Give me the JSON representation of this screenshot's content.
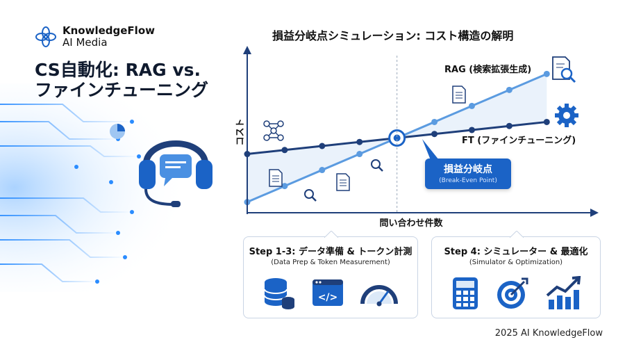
{
  "brand": {
    "name": "KnowledgeFlow",
    "sub": "AI Media"
  },
  "headline": {
    "line1": "CS自動化: RAG vs.",
    "line2": "ファインチューニング"
  },
  "chart_data": {
    "type": "line",
    "title": "損益分岐点シミュレーション: コスト構造の解明",
    "xlabel": "問い合わせ件数",
    "ylabel": "コスト",
    "series": [
      {
        "name": "RAG (検索拡張生成)",
        "x": [
          0,
          1,
          2,
          3,
          4,
          5,
          6,
          7,
          8
        ],
        "values": [
          0.8,
          2.0,
          3.2,
          4.4,
          5.6,
          6.8,
          8.0,
          9.2,
          10.4
        ]
      },
      {
        "name": "FT (ファインチューニング)",
        "x": [
          0,
          1,
          2,
          3,
          4,
          5,
          6,
          7,
          8
        ],
        "values": [
          4.4,
          4.7,
          5.0,
          5.3,
          5.6,
          5.9,
          6.2,
          6.5,
          6.8
        ]
      }
    ],
    "break_even": {
      "label": "損益分岐点",
      "sublabel": "(Break-Even Point)",
      "x": 4,
      "y": 5.6
    },
    "xlim": [
      0,
      9.2
    ],
    "ylim": [
      0,
      12.5
    ]
  },
  "steps": [
    {
      "title": "Step 1-3: データ準備 & トークン計測",
      "sub": "(Data Prep & Token Measurement)",
      "icons": [
        "database-icon",
        "code-window-icon",
        "gauge-icon"
      ]
    },
    {
      "title": "Step 4: シミュレーター & 最適化",
      "sub": "(Simulator & Optimization)",
      "icons": [
        "calculator-icon",
        "target-icon",
        "growth-chart-icon"
      ]
    }
  ],
  "footer": "2025 AI KnowledgeFlow",
  "colors": {
    "primary": "#1b63c6",
    "rag_line": "#5b9be0",
    "ft_line": "#1f3f7a",
    "area": "#dce9f8"
  }
}
